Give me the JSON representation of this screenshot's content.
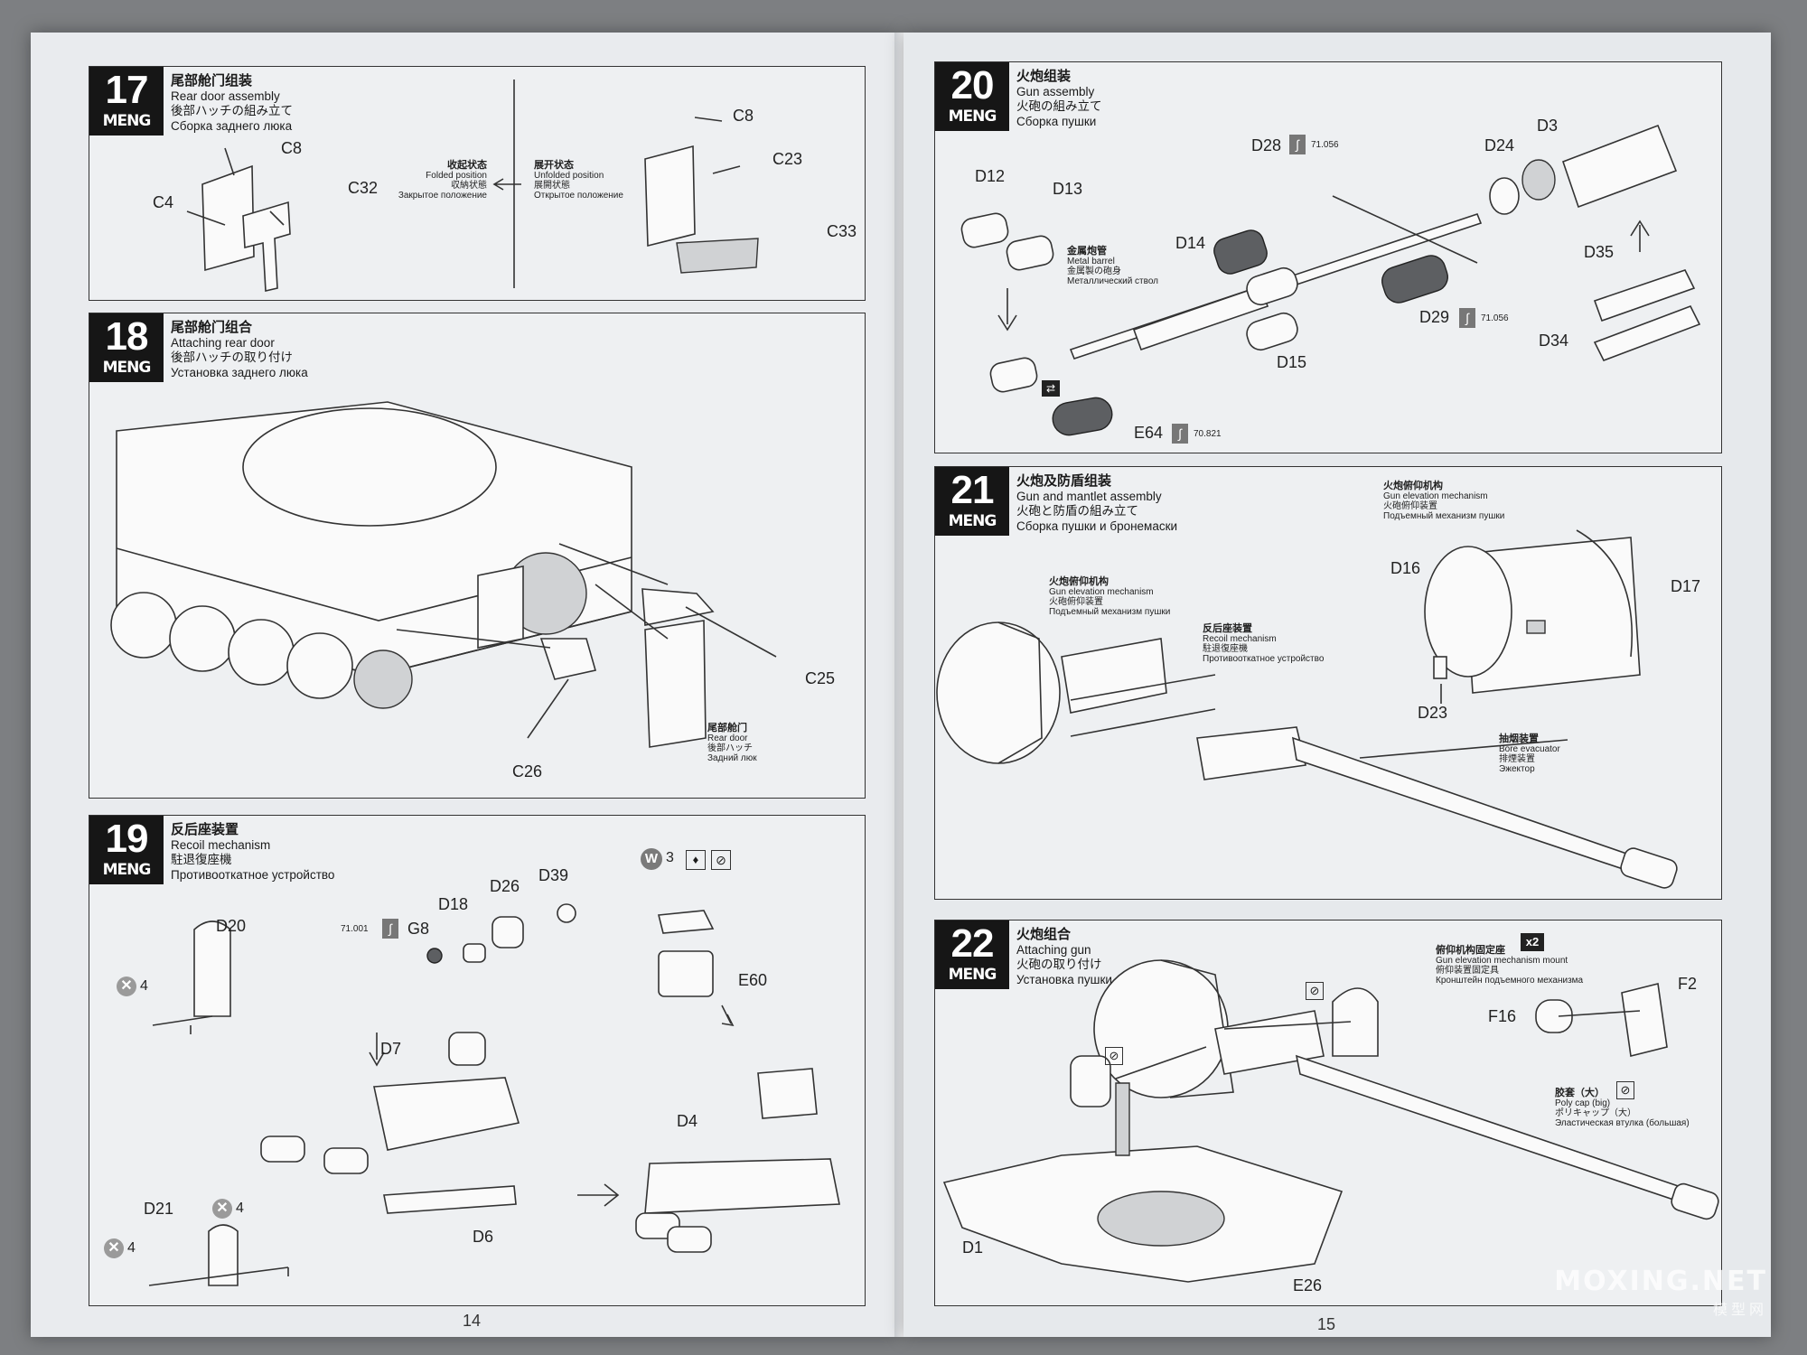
{
  "brand": "MENG",
  "pages": {
    "left_number": "14",
    "right_number": "15"
  },
  "watermark": {
    "main": "MOXING.NET",
    "sub": "模型网"
  },
  "steps": [
    {
      "number": "17",
      "zh": "尾部舱门组装",
      "en": "Rear door assembly",
      "ja": "後部ハッチの組み立て",
      "ru": "Сборка заднего люка",
      "parts": [
        "C8",
        "C4",
        "C32",
        "C8",
        "C23",
        "C33"
      ],
      "folded": {
        "zh": "收起状态",
        "en": "Folded position",
        "ja": "収納状態",
        "ru": "Закрытое положение"
      },
      "unfolded": {
        "zh": "展开状态",
        "en": "Unfolded position",
        "ja": "展開状態",
        "ru": "Открытое положение"
      }
    },
    {
      "number": "18",
      "zh": "尾部舱门组合",
      "en": "Attaching rear door",
      "ja": "後部ハッチの取り付け",
      "ru": "Установка заднего люка",
      "parts": [
        "C25",
        "C26"
      ],
      "rear_door": {
        "zh": "尾部舱门",
        "en": "Rear door",
        "ja": "後部ハッチ",
        "ru": "Задний люк"
      }
    },
    {
      "number": "19",
      "zh": "反后座装置",
      "en": "Recoil mechanism",
      "ja": "駐退復座機",
      "ru": "Противооткатное устройство",
      "parts": [
        "D20",
        "D18",
        "D26",
        "D39",
        "G8",
        "D7",
        "D21",
        "D6",
        "D4",
        "E60"
      ],
      "counts": {
        "d20": "4",
        "d21a": "4",
        "d21b": "4",
        "w": "3"
      },
      "paint": "71.001"
    },
    {
      "number": "20",
      "zh": "火炮组装",
      "en": "Gun assembly",
      "ja": "火砲の組み立て",
      "ru": "Сборка пушки",
      "parts": [
        "D12",
        "D13",
        "D28",
        "D24",
        "D3",
        "D14",
        "D15",
        "D29",
        "D35",
        "D34",
        "E64"
      ],
      "paints": {
        "d28": "71.056",
        "d29": "71.056",
        "e64": "70.821"
      },
      "barrel": {
        "zh": "金属炮管",
        "en": "Metal barrel",
        "ja": "金属製の砲身",
        "ru": "Металлический ствол"
      }
    },
    {
      "number": "21",
      "zh": "火炮及防盾组装",
      "en": "Gun and mantlet assembly",
      "ja": "火砲と防盾の組み立て",
      "ru": "Сборка пушки и бронемаски",
      "parts": [
        "D16",
        "D17",
        "D23"
      ],
      "elev_top": {
        "zh": "火炮俯仰机构",
        "en": "Gun elevation mechanism",
        "ja": "火砲俯仰装置",
        "ru": "Подъемный механизм пушки"
      },
      "elev_left": {
        "zh": "火炮俯仰机构",
        "en": "Gun elevation mechanism",
        "ja": "火砲俯仰装置",
        "ru": "Подъемный механизм пушки"
      },
      "recoil": {
        "zh": "反后座装置",
        "en": "Recoil mechanism",
        "ja": "駐退復座機",
        "ru": "Противооткатное устройство"
      },
      "bore": {
        "zh": "抽烟装置",
        "en": "Bore evacuator",
        "ja": "排煙装置",
        "ru": "Эжектор"
      }
    },
    {
      "number": "22",
      "zh": "火炮组合",
      "en": "Attaching gun",
      "ja": "火砲の取り付け",
      "ru": "Установка пушки",
      "parts": [
        "F2",
        "F16",
        "D1",
        "E26"
      ],
      "mount": {
        "zh": "俯仰机构固定座",
        "en": "Gun elevation mechanism mount",
        "ja": "俯仰装置固定具",
        "ru": "Кронштейн подъемного механизма"
      },
      "mount_count": "x2",
      "polycap": {
        "zh": "胶套（大）",
        "en": "Poly cap (big)",
        "ja": "ポリキャップ（大）",
        "ru": "Эластическая втулка (большая)"
      }
    }
  ]
}
